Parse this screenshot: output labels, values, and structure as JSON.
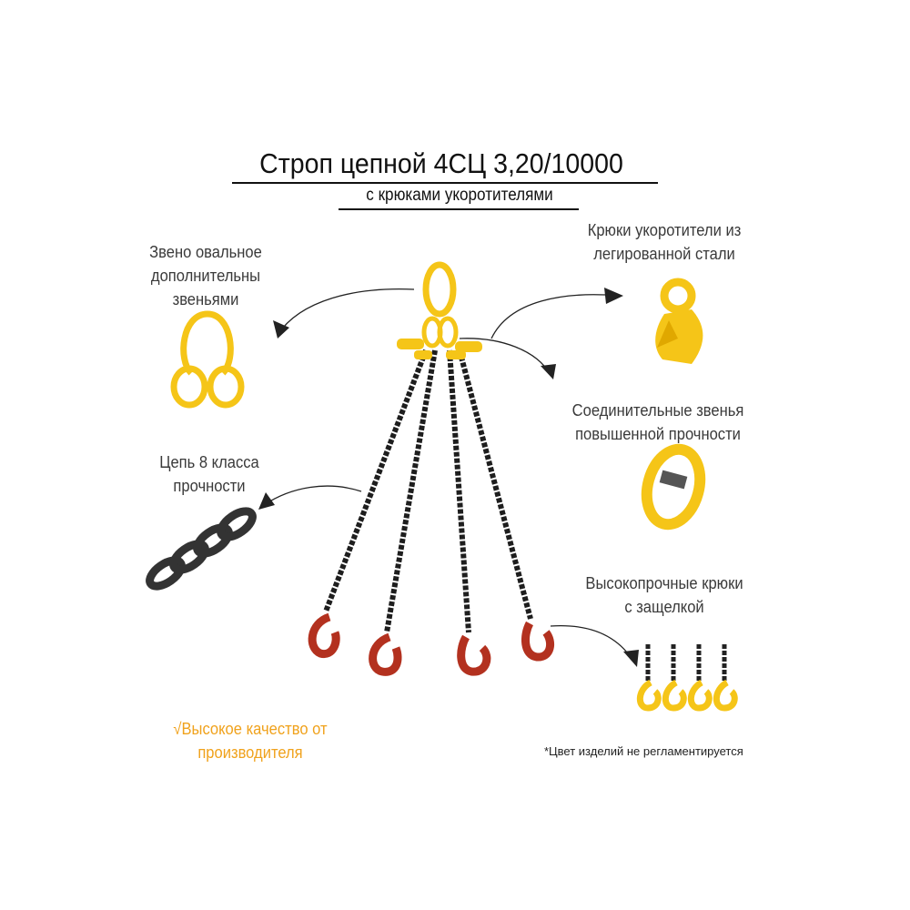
{
  "title": "Строп цепной 4СЦ 3,20/10000",
  "subtitle": "с крюками укоротителями",
  "features": {
    "oval_link": [
      "Звено овальное",
      "дополнительны",
      "звеньями"
    ],
    "chain": [
      "Цепь 8 класса",
      "прочности"
    ],
    "shortening_hooks": [
      "Крюки укоротители из",
      "легированной стали"
    ],
    "connecting_links": [
      "Соединительные звенья",
      "повышенной прочности"
    ],
    "latch_hooks": [
      "Высокопрочные крюки",
      "с защелкой"
    ]
  },
  "quality": [
    "√Высокое качество от",
    "производителя"
  ],
  "note": "*Цвет изделий не регламентируется",
  "colors": {
    "yellow": "#f5c518",
    "hook_red": "#b3311f",
    "chain": "#1e1e1e",
    "quality_text": "#f0a21c"
  }
}
